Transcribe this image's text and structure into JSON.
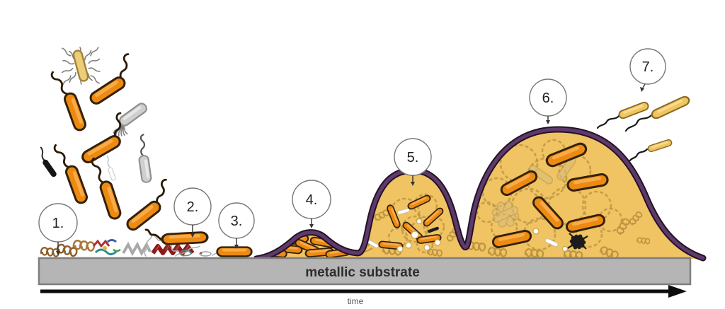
{
  "figure": {
    "substrate_label": "metallic substrate",
    "time_axis_label": "time",
    "stages": [
      {
        "label": "1."
      },
      {
        "label": "2."
      },
      {
        "label": "3."
      },
      {
        "label": "4."
      },
      {
        "label": "5."
      },
      {
        "label": "6."
      },
      {
        "label": "7."
      }
    ],
    "colors": {
      "bacterium_orange": "#ED8A12",
      "bacterium_highlight": "#F8AE4E",
      "dispersal_gold": "#F0C55F",
      "peritrichous_yellow": "#EBCD7A",
      "gray_bacterium": "#CFCFCF",
      "biofilm_matrix": "#F0C363",
      "membrane_purple": "#5E3A6B",
      "membrane_edge": "#241126",
      "eps_tan": "#BE9440",
      "substrate_gray": "#B5B5B5",
      "time_axis_black": "#0d0d0d"
    },
    "icons": {
      "planktonic-bacterium-icon": "rod-with-flagellum",
      "peritrichous-bacterium-icon": "rod-with-many-flagella",
      "lophotrichous-bacterium-icon": "rod-with-flagella-tuft",
      "conditioning-film-icon": "protein-ribbons-and-coils",
      "eps-strand-icon": "dashed-curly-circle",
      "dead-bacteria-icon": "black-rod-cluster",
      "vesicle-icon": "white-circle"
    }
  }
}
